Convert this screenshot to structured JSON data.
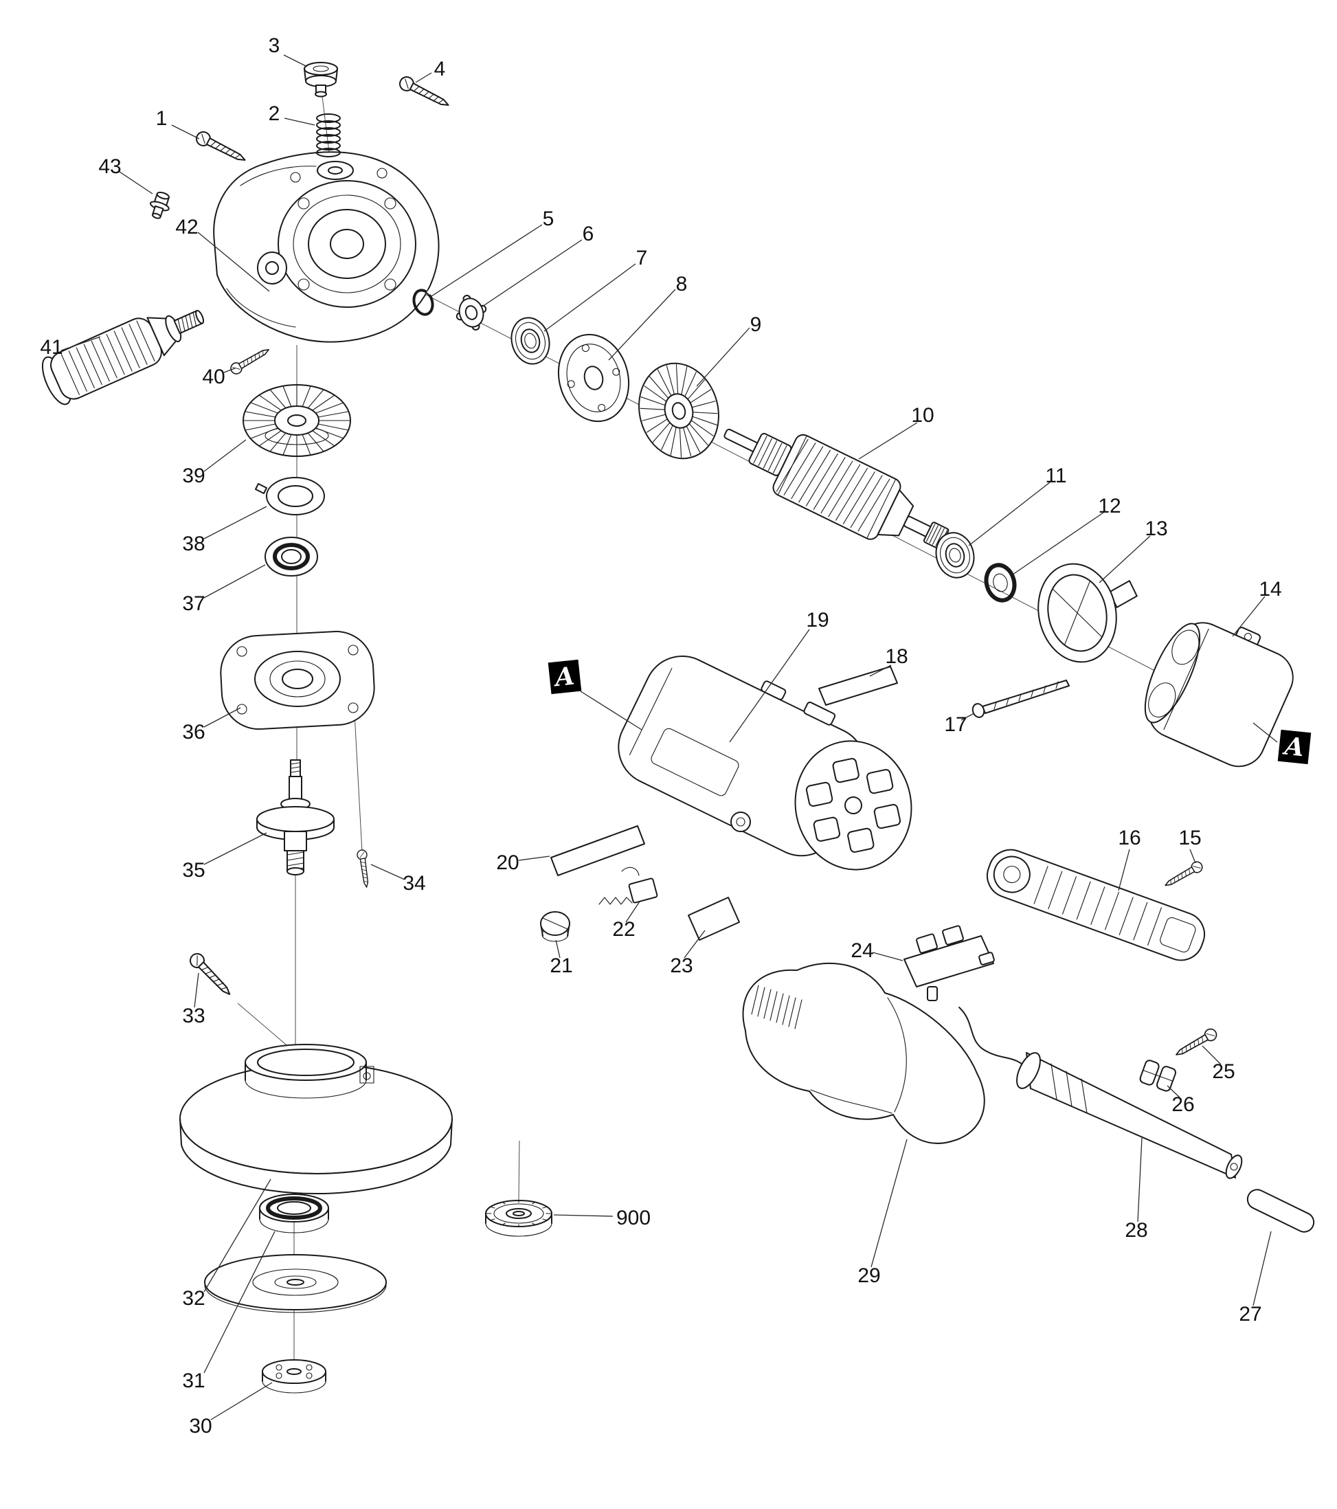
{
  "diagram": {
    "colors": {
      "ink": "#1a1a1a",
      "paper": "#ffffff"
    },
    "callouts": {
      "n1": "1",
      "n2": "2",
      "n3": "3",
      "n4": "4",
      "n5": "5",
      "n6": "6",
      "n7": "7",
      "n8": "8",
      "n9": "9",
      "n10": "10",
      "n11": "11",
      "n12": "12",
      "n13": "13",
      "n14": "14",
      "n15": "15",
      "n16": "16",
      "n17": "17",
      "n18": "18",
      "n19": "19",
      "n20": "20",
      "n21": "21",
      "n22": "22",
      "n23": "23",
      "n24": "24",
      "n25": "25",
      "n26": "26",
      "n27": "27",
      "n28": "28",
      "n29": "29",
      "n30": "30",
      "n31": "31",
      "n32": "32",
      "n33": "33",
      "n34": "34",
      "n35": "35",
      "n36": "36",
      "n37": "37",
      "n38": "38",
      "n39": "39",
      "n40": "40",
      "n41": "41",
      "n42": "42",
      "n43": "43",
      "n900": "900"
    },
    "markers": {
      "left": "A",
      "right": "A"
    }
  }
}
